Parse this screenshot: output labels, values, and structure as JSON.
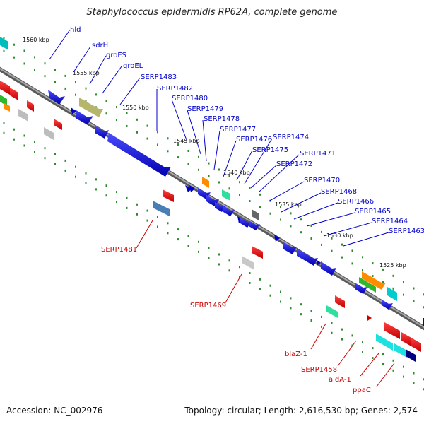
{
  "title": "Staphylococcus epidermidis RP62A, complete genome",
  "accession": "Accession: NC_002976",
  "topology": "Topology: circular; Length: 2,616,530 bp; Genes: 2,574",
  "colors": {
    "forward": "#0000cc",
    "reverse": "#cc0000",
    "label_forward": "#0000cc",
    "label_reverse": "#cc0000",
    "backbone": "#808080",
    "tick_dots": "#2e8b2e"
  },
  "scale_labels": [
    "1560 kbp",
    "1555 kbp",
    "1550 kbp",
    "1545 kbp",
    "1540 kbp",
    "1535 kbp",
    "1530 kbp",
    "1525 kbp"
  ],
  "forward_labels": [
    "hld",
    "sdrH",
    "groES",
    "groEL",
    "SERP1483",
    "SERP1482",
    "SERP1480",
    "SERP1479",
    "SERP1478",
    "SERP1477",
    "SERP1476",
    "SERP1474",
    "SERP1475",
    "SERP1471",
    "SERP1472",
    "SERP1470",
    "SERP1468",
    "SERP1466",
    "SERP1465",
    "SERP1464",
    "SERP1463"
  ],
  "reverse_labels": [
    "SERP1481",
    "SERP1469",
    "blaZ-1",
    "SERP1458",
    "aldA-1",
    "ppaC"
  ]
}
